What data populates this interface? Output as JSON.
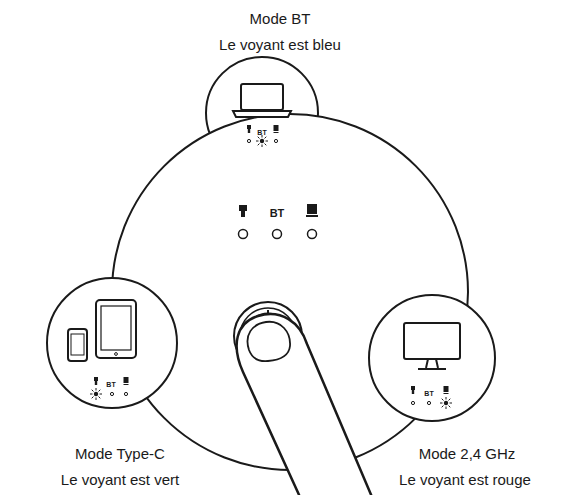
{
  "diagram": {
    "nodes": [
      {
        "text": [
          "Mode BT",
          "Le voyant est bleu",
          "BT"
        ]
      },
      {
        "text": [
          "BT"
        ]
      },
      {
        "text": [
          "Mode Type-C",
          "Le voyant est vert",
          "BT"
        ]
      },
      {
        "text": [
          "Mode 2,4 GHz",
          "Le voyant est rouge",
          "BT"
        ]
      }
    ]
  }
}
